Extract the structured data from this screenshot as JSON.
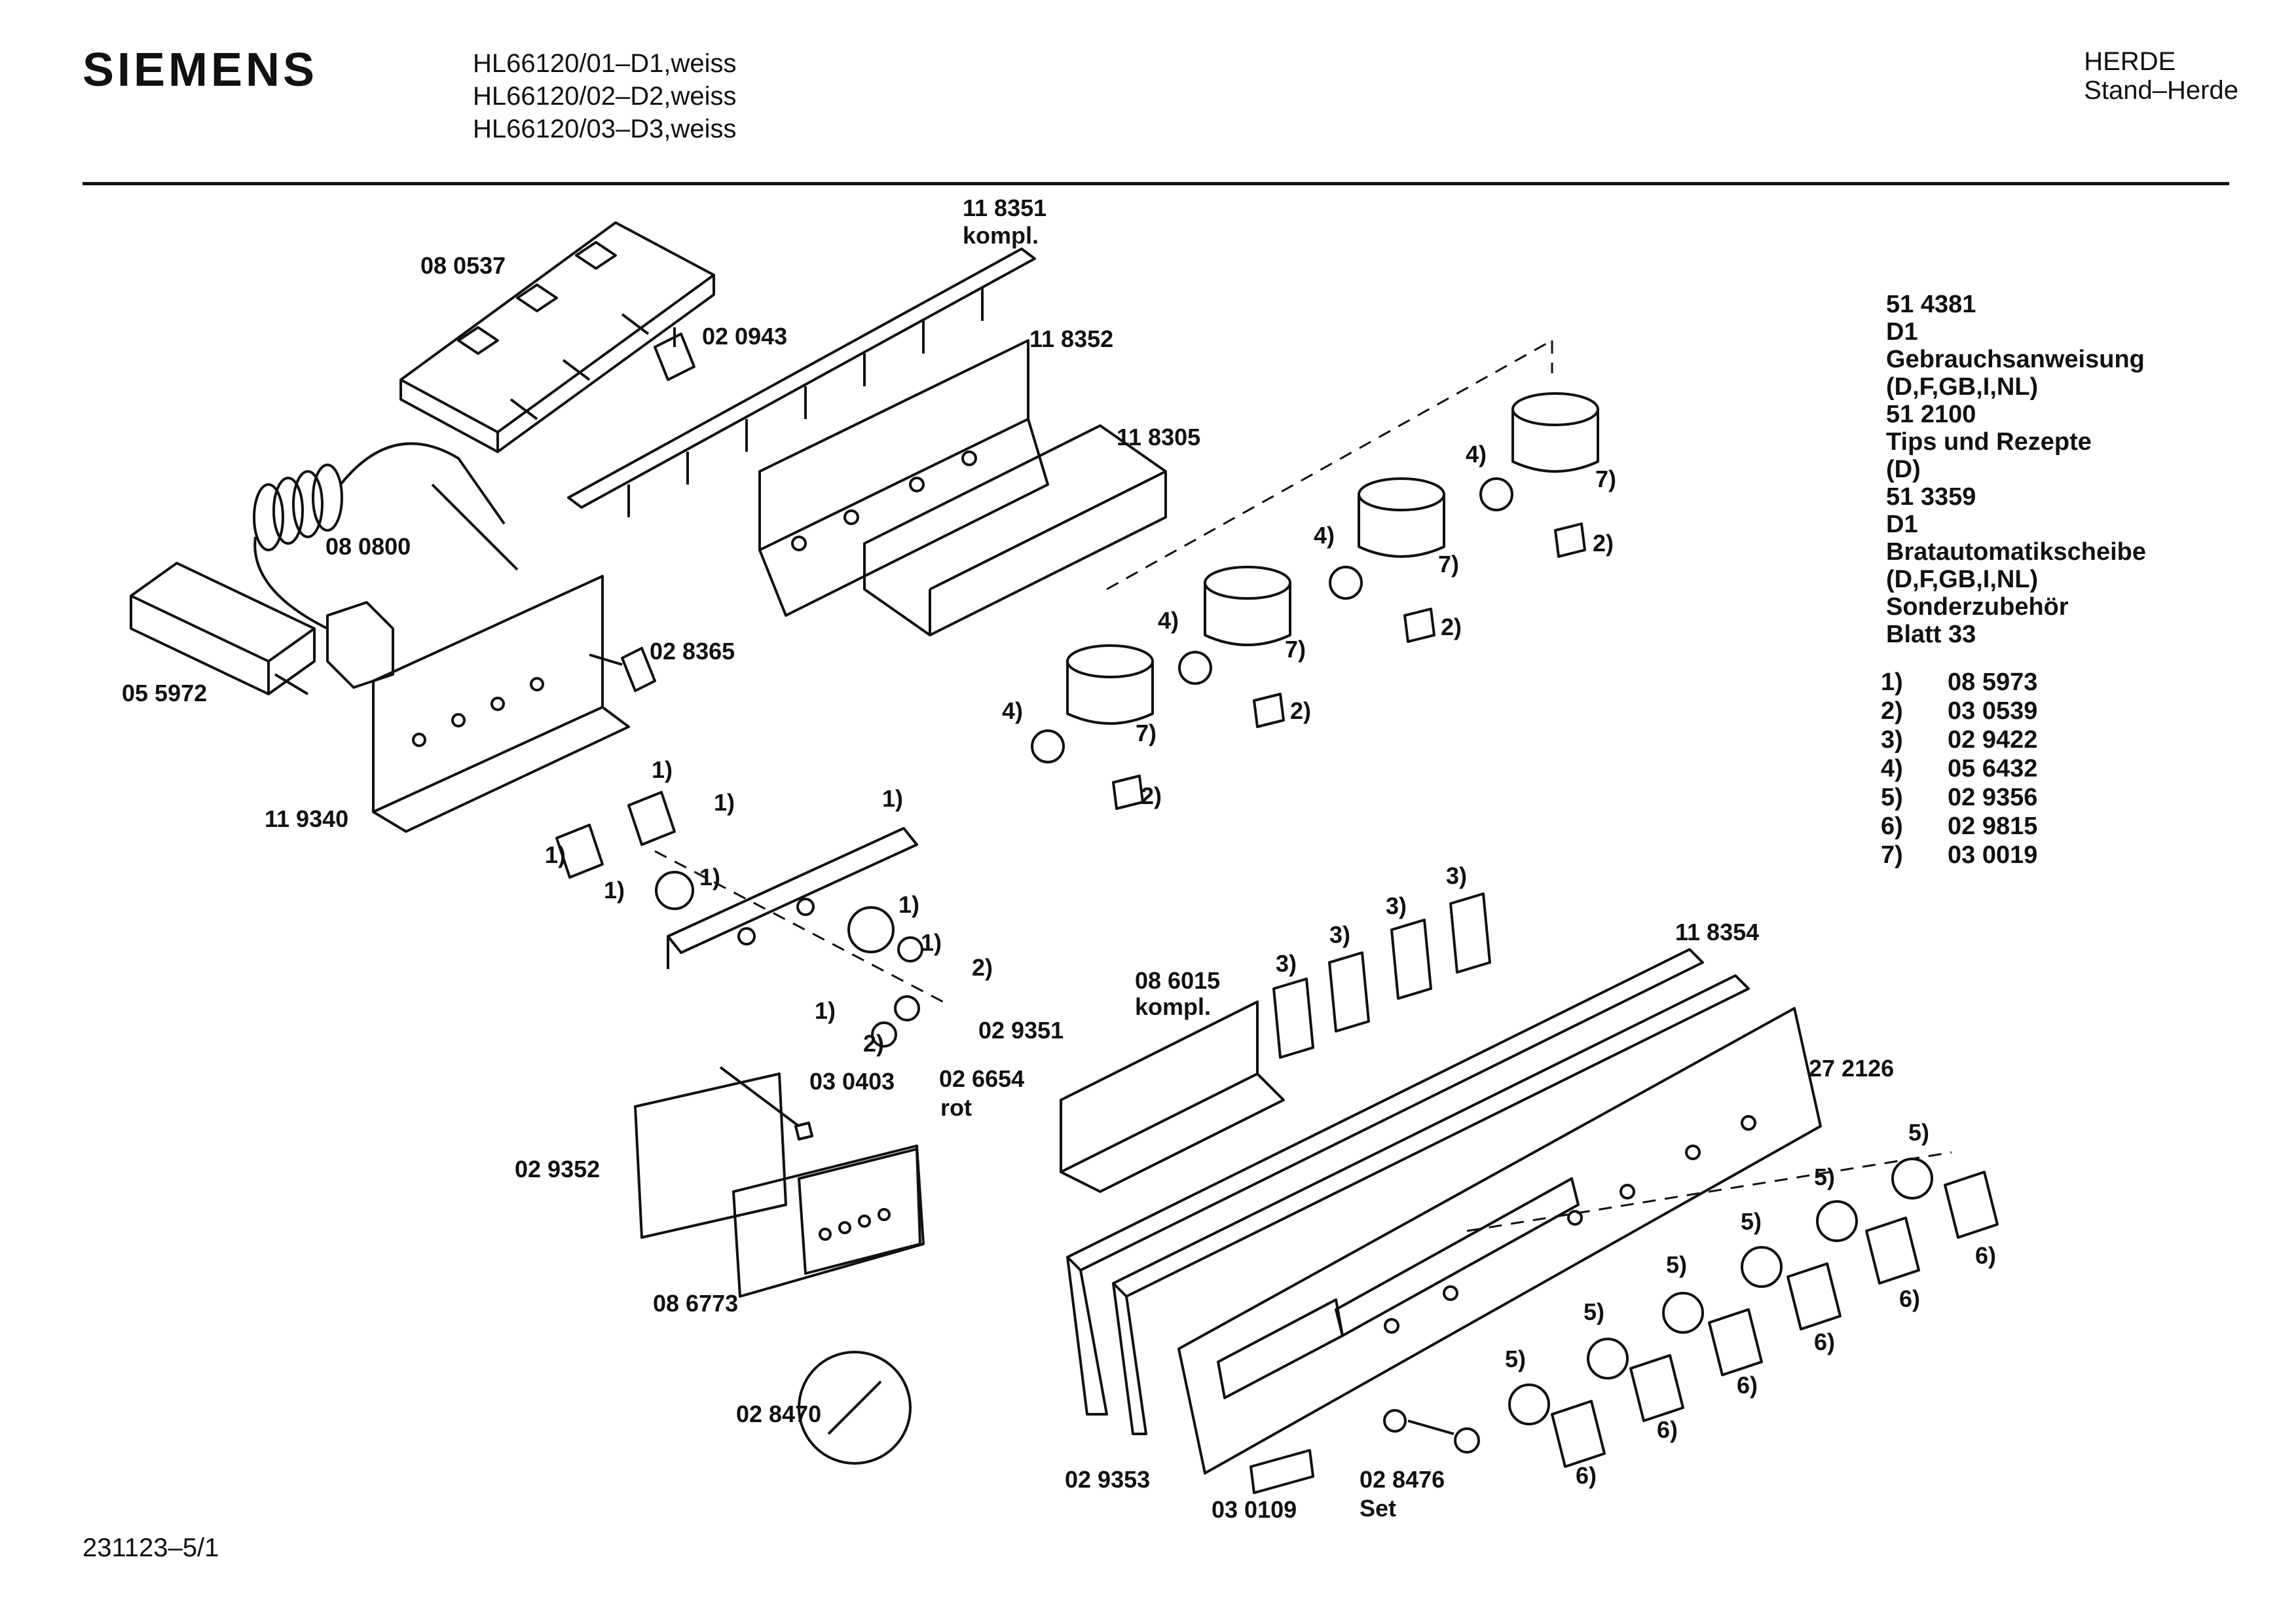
{
  "header": {
    "brand": "SIEMENS",
    "models": [
      "HL66120/01–D1,weiss",
      "HL66120/02–D2,weiss",
      "HL66120/03–D3,weiss"
    ],
    "category": [
      "HERDE",
      "Stand–Herde"
    ]
  },
  "info_block": [
    "51 4381",
    "D1",
    "Gebrauchsanweisung",
    "(D,F,GB,I,NL)",
    "51 2100",
    "Tips und Rezepte",
    "(D)",
    "51 3359",
    "D1",
    "Bratautomatikscheibe",
    "(D,F,GB,I,NL)",
    "Sonderzubehör",
    "Blatt 33"
  ],
  "legend": [
    {
      "key": "1)",
      "part": "08 5973"
    },
    {
      "key": "2)",
      "part": "03 0539"
    },
    {
      "key": "3)",
      "part": "02 9422"
    },
    {
      "key": "4)",
      "part": "05 6432"
    },
    {
      "key": "5)",
      "part": "02 9356"
    },
    {
      "key": "6)",
      "part": "02 9815"
    },
    {
      "key": "7)",
      "part": "03 0019"
    }
  ],
  "callouts": {
    "p118351": "11 8351",
    "kompl_a": "kompl.",
    "p080537": "08 0537",
    "p020943": "02 0943",
    "p118352": "11 8352",
    "p118305": "11 8305",
    "p080800": "08 0800",
    "p055972": "05 5972",
    "p028365": "02 8365",
    "p119340": "11 9340",
    "p118354": "11 8354",
    "p086015": "08 6015",
    "kompl_b": "kompl.",
    "p029351": "02 9351",
    "p026654": "02 6654",
    "rot": "rot",
    "p030403": "03 0403",
    "p029352": "02 9352",
    "p272126": "27 2126",
    "p086773": "08 6773",
    "p028470": "02 8470",
    "p029353": "02 9353",
    "p030109": "03 0109",
    "p028476": "02 8476",
    "set": "Set",
    "n1": "1)",
    "n2": "2)",
    "n3": "3)",
    "n4": "4)",
    "n5": "5)",
    "n6": "6)",
    "n7": "7)"
  },
  "footer": "231123–5/1"
}
